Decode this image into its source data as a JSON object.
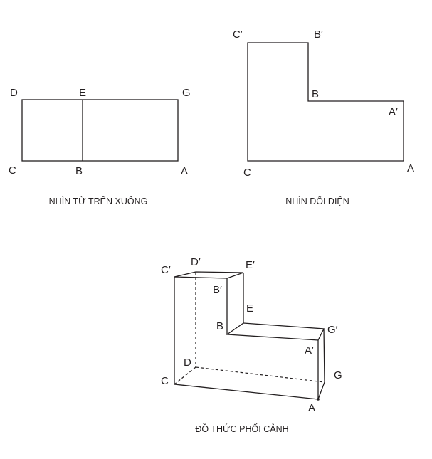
{
  "top_view": {
    "caption": "NHÌN TỪ TRÊN XUỐNG",
    "labels": {
      "D": "D",
      "E": "E",
      "G": "G",
      "C": "C",
      "B": "B",
      "A": "A"
    }
  },
  "front_view": {
    "caption": "NHÌN ĐỐI DIỆN",
    "labels": {
      "C1": "C′",
      "B1": "B′",
      "B": "B",
      "A1": "A′",
      "C": "C",
      "A": "A"
    }
  },
  "perspective_view": {
    "caption": "ĐỒ THỨC PHỐI CẢNH",
    "labels": {
      "C1": "C′",
      "D1": "D′",
      "E1": "E′",
      "B1": "B′",
      "E": "E",
      "B": "B",
      "G1": "G′",
      "A1": "A′",
      "D": "D",
      "G": "G",
      "C": "C",
      "A": "A"
    }
  }
}
